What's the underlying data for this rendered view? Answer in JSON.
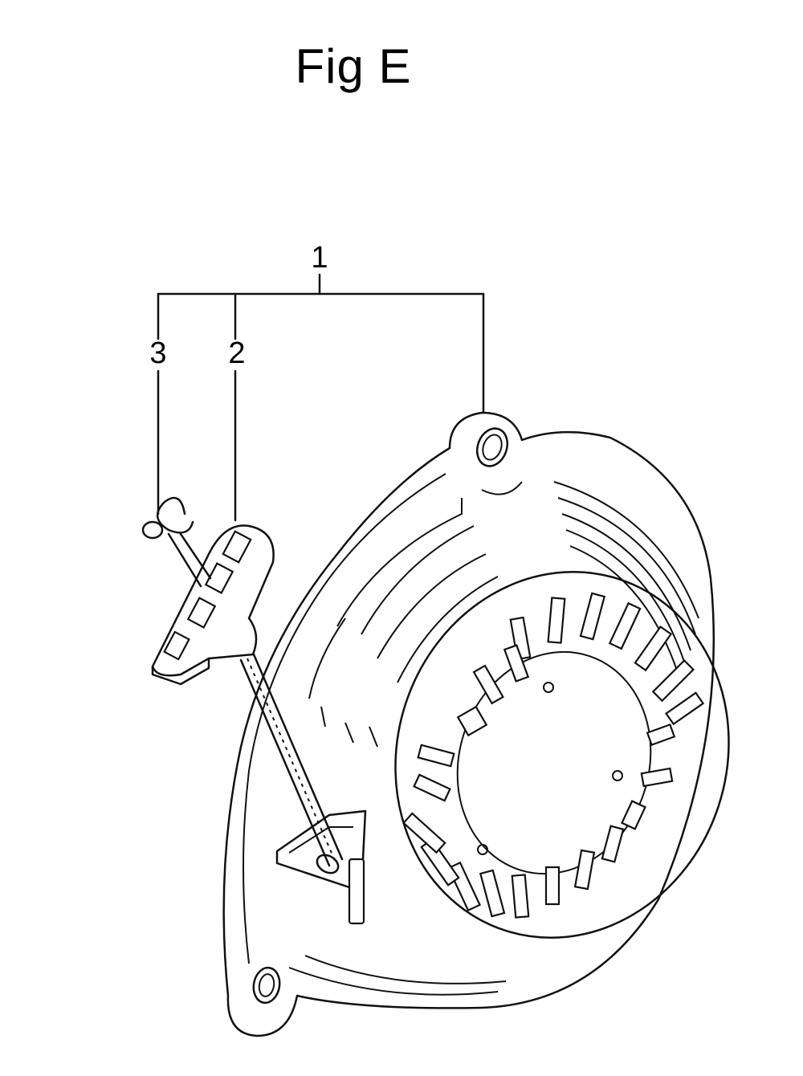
{
  "figure": {
    "title": "Fig E",
    "part_labels": [
      "1",
      "2",
      "3"
    ],
    "callout_color": "#000000",
    "parts": [
      {
        "id": "1",
        "name": "recoil-starter-assembly"
      },
      {
        "id": "2",
        "name": "starter-grip"
      },
      {
        "id": "3",
        "name": "starter-rope"
      }
    ]
  }
}
